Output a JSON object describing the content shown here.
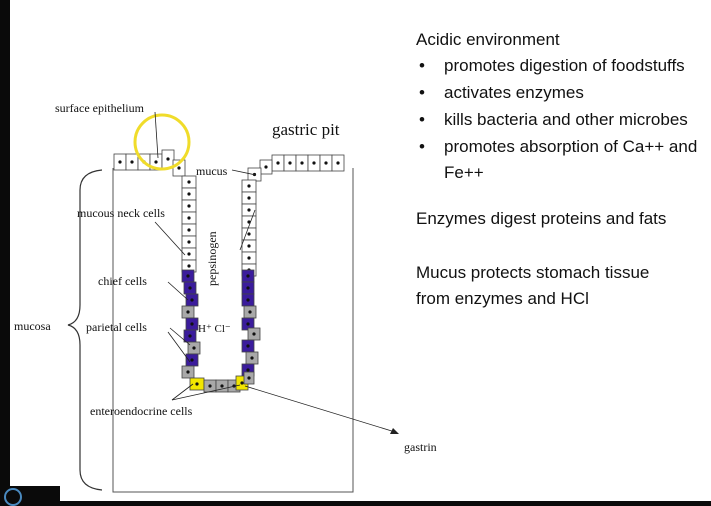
{
  "diagram": {
    "labels": {
      "surface_epithelium": "surface epithelium",
      "gastric_pit": "gastric pit",
      "mucus": "mucus",
      "mucous_neck_cells": "mucous neck cells",
      "pepsinogen": "pepsinogen",
      "chief_cells": "chief cells",
      "mucosa": "mucosa",
      "parietal_cells": "parietal cells",
      "h_cl": "H⁺ Cl⁻",
      "enteroendocrine_cells": "enteroendocrine cells",
      "gastrin": "gastrin"
    },
    "colors": {
      "chief": "#3b1c9c",
      "parietal": "#a9a9a9",
      "enteroendocrine": "#f2e600",
      "highlight_circle": "#f0dc2a",
      "outline": "#555555"
    }
  },
  "notes": {
    "heading": "Acidic environment",
    "bullets": [
      "promotes digestion of foodstuffs",
      "activates enzymes",
      "kills bacteria and other microbes",
      "promotes absorption of Ca++ and Fe++"
    ],
    "para1": "Enzymes digest proteins and fats",
    "para2": "Mucus protects stomach tissue from enzymes and HCl"
  }
}
